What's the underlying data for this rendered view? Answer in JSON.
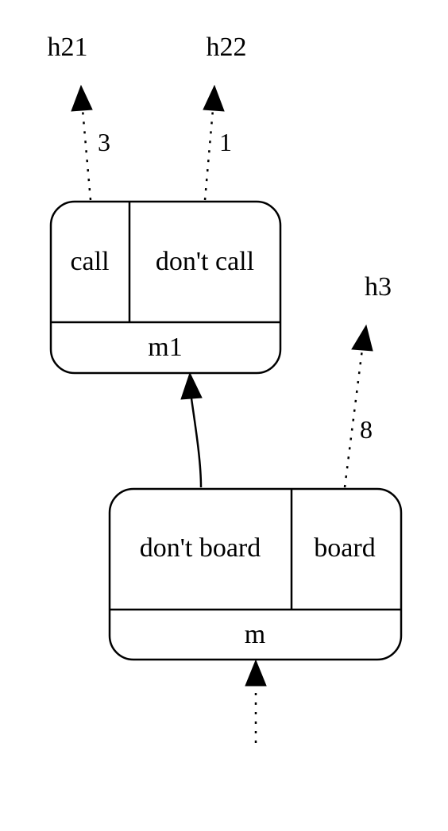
{
  "nodes": {
    "m1": {
      "name": "m1",
      "options": [
        "call",
        "don't call"
      ]
    },
    "m": {
      "name": "m",
      "options": [
        "don't board",
        "board"
      ]
    }
  },
  "terminals": {
    "h21": "h21",
    "h22": "h22",
    "h3": "h3"
  },
  "edges": {
    "call_to_h21": {
      "label": "3",
      "style": "dotted"
    },
    "dontcall_to_h22": {
      "label": "1",
      "style": "dotted"
    },
    "board_to_h3": {
      "label": "8",
      "style": "dotted"
    },
    "dontboard_to_m1": {
      "label": "",
      "style": "solid"
    },
    "entry_to_m": {
      "label": "",
      "style": "dotted"
    }
  }
}
